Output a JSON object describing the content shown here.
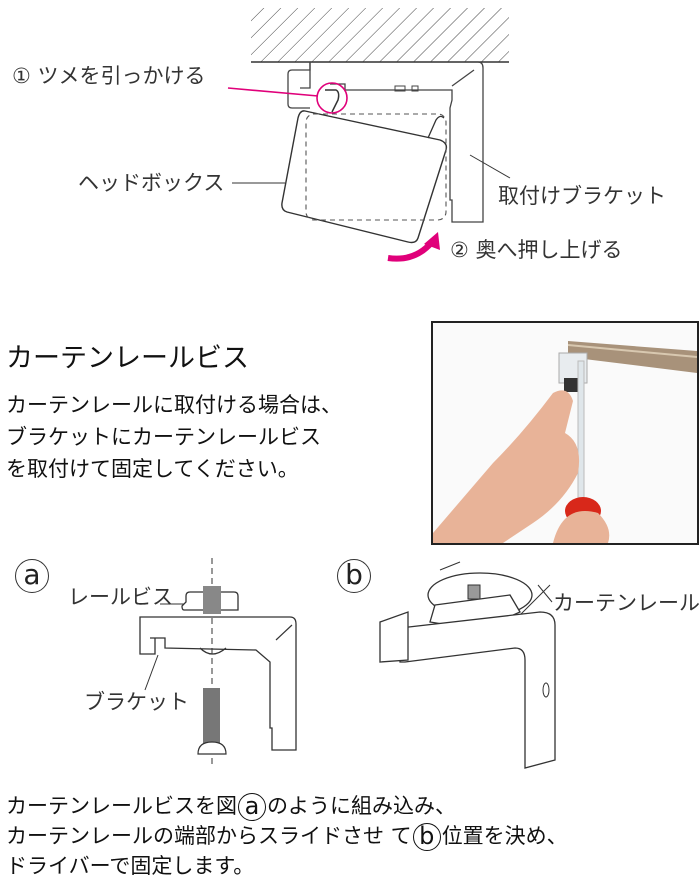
{
  "top_diagram": {
    "step1_label": "① ツメを引っかける",
    "step2_label": "② 奥へ押し上げる",
    "headbox_label": "ヘッドボックス",
    "bracket_label": "取付けブラケット",
    "accent_color": "#e0007a"
  },
  "section": {
    "title": "カーテンレールビス",
    "paragraph_lines": [
      "カーテンレールに取付ける場合は、",
      "ブラケットにカーテンレールビス",
      "を取付けて固定してください。"
    ]
  },
  "photo": {
    "alt": "hand-fixing-screw-with-screwdriver-photo"
  },
  "figure_a": {
    "marker": "a",
    "rail_screw_label": "レールビス",
    "bracket_label": "ブラケット"
  },
  "figure_b": {
    "marker": "b",
    "curtain_rail_label": "カーテンレール"
  },
  "bottom_text": {
    "line1_before": "カーテンレールビスを図",
    "line1_marker": "a",
    "line1_after": "のように組み込み、",
    "line2_before": "カーテンレールの端部からスライドさせ て",
    "line2_marker": "b",
    "line2_after": "位置を決め、",
    "line3": "ドライバーで固定します。"
  }
}
